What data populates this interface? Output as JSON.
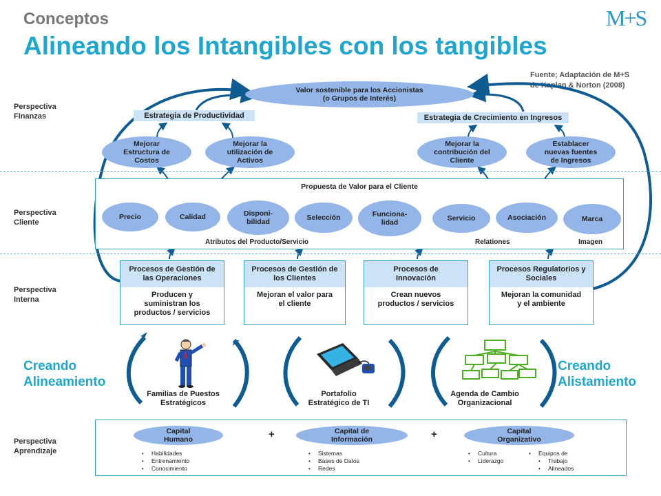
{
  "header": {
    "subtitle": "Conceptos",
    "title": "Alineando los Intangibles con los tangibles",
    "logo": "M+S"
  },
  "source": {
    "line1": "Fuente; Adaptación de M+S",
    "line2": "de Kaplan & Norton (2008)"
  },
  "perspectives": {
    "finanzas": {
      "l1": "Perspectiva",
      "l2": "Finanzas"
    },
    "cliente": {
      "l1": "Perspectiva",
      "l2": "Cliente"
    },
    "interna": {
      "l1": "Perspectiva",
      "l2": "Interna"
    },
    "aprendizaje": {
      "l1": "Perspectiva",
      "l2": "Aprendizaje"
    }
  },
  "finanzas": {
    "top": {
      "l1": "Valor sostenible para los Accionistas",
      "l2": "(o Grupos de Interés)"
    },
    "estrategia_productividad": "Estrategia de Productividad",
    "estrategia_crecimiento": "Estrategia de Crecimiento en Ingresos",
    "e1": {
      "l1": "Mejorar",
      "l2": "Estructura de",
      "l3": "Costos"
    },
    "e2": {
      "l1": "Mejorar la",
      "l2": "utilización de",
      "l3": "Activos"
    },
    "e3": {
      "l1": "Mejorar la",
      "l2": "contribución del",
      "l3": "Cliente"
    },
    "e4": {
      "l1": "Establacer",
      "l2": "nuevas fuentes",
      "l3": "de Ingresos"
    }
  },
  "cliente": {
    "title": "Propuesta de Valor para el Cliente",
    "precio": "Precio",
    "calidad": "Calidad",
    "disponi": {
      "l1": "Disponi-",
      "l2": "bilidad"
    },
    "seleccion": "Selección",
    "funciona": {
      "l1": "Funciona-",
      "l2": "lidad"
    },
    "servicio": "Servicio",
    "asociacion": "Asociación",
    "marca": "Marca",
    "atributos": "Atributos del Producto/Servicio",
    "relationes": "Relationes",
    "imagen": "Imagen"
  },
  "procesos": [
    {
      "head1": "Procesos de Gestión de",
      "head2": "las Operaciones",
      "b1": "Producen y",
      "b2": "suministran los",
      "b3": "productos / servicios"
    },
    {
      "head1": "Procesos de Gestión de",
      "head2": "los Clientes",
      "b1": "Mejoran el valor para",
      "b2": "el cliente",
      "b3": ""
    },
    {
      "head1": "Procesos de",
      "head2": "Innovación",
      "b1": "Crean nuevos",
      "b2": "productos / servicios",
      "b3": ""
    },
    {
      "head1": "Procesos Regulatorios y",
      "head2": "Sociales",
      "b1": "Mejoran la comunidad",
      "b2": "y el ambiente",
      "b3": ""
    }
  ],
  "creando": {
    "left": {
      "l1": "Creando",
      "l2": "Alineamiento"
    },
    "right": {
      "l1": "Creando",
      "l2": "Alistamiento"
    }
  },
  "middle": {
    "familias": {
      "l1": "Familias de Puestos",
      "l2": "Estratégicos"
    },
    "portafolio": {
      "l1": "Portafolio",
      "l2": "Estratégico de TI"
    },
    "agenda": {
      "l1": "Agenda de Cambio",
      "l2": "Organizacional"
    }
  },
  "aprendizaje": {
    "humano": {
      "l1": "Capital",
      "l2": "Humano"
    },
    "informacion": {
      "l1": "Capital de",
      "l2": "Información"
    },
    "organizativo": {
      "l1": "Capital",
      "l2": "Organizativo"
    },
    "plus": "+",
    "humano_items": [
      "Habilidades",
      "Entrenamiento",
      "Conocimiento"
    ],
    "info_items": [
      "Sistemas",
      "Bases de Datos",
      "Redes"
    ],
    "org_items_a": [
      "Cultura",
      "Liderazgo"
    ],
    "org_items_b": {
      "l1": "Equipos de",
      "l2": "Trabajo",
      "l3": "Alineados"
    }
  },
  "colors": {
    "accent": "#1fa6cf",
    "ellipse": "#93b5e8",
    "bar": "#cce3f7",
    "arrow": "#0f5c93"
  }
}
